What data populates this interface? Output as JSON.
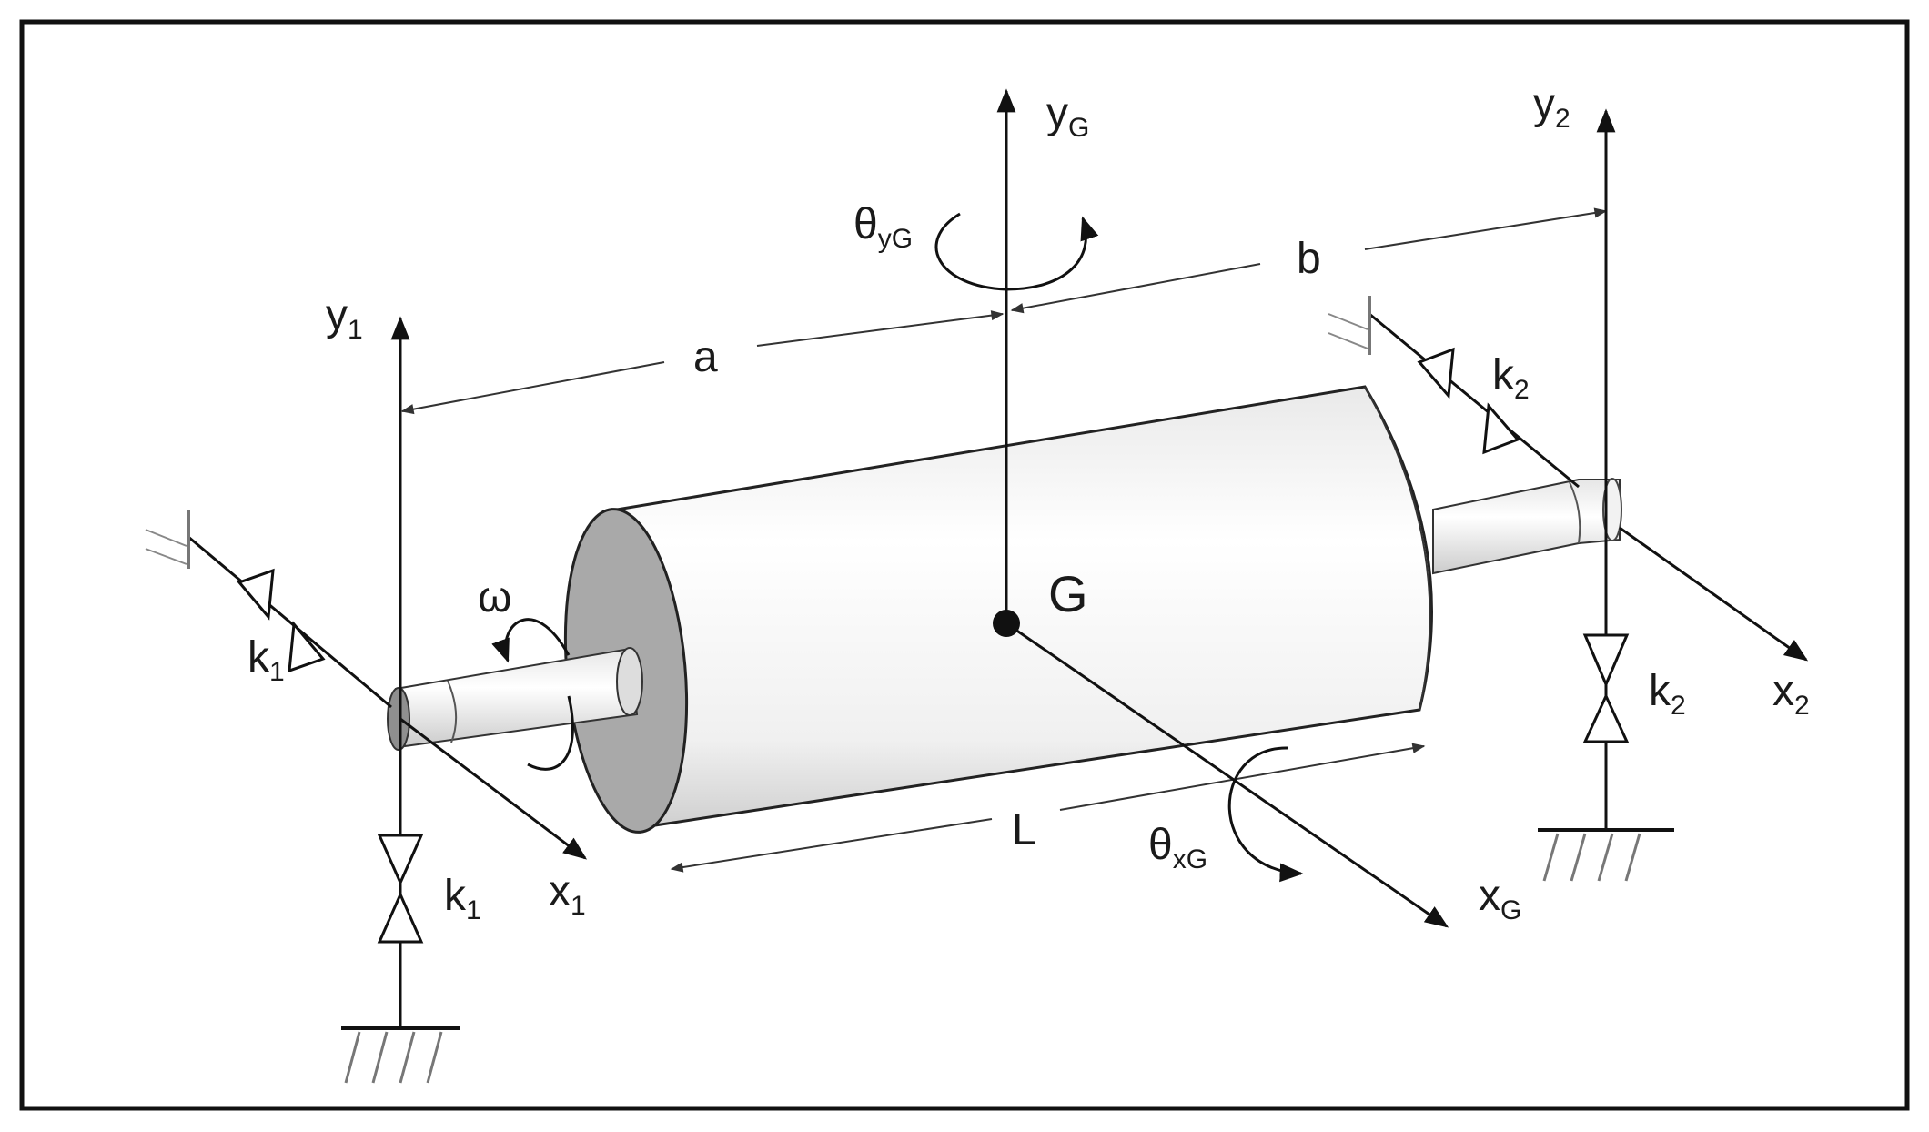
{
  "labels": {
    "y1": {
      "main": "y",
      "sub": "1"
    },
    "yG": {
      "main": "y",
      "sub": "G"
    },
    "y2": {
      "main": "y",
      "sub": "2"
    },
    "x1": {
      "main": "x",
      "sub": "1"
    },
    "xG": {
      "main": "x",
      "sub": "G"
    },
    "x2": {
      "main": "x",
      "sub": "2"
    },
    "thetaYG": {
      "main": "θ",
      "sub": "yG"
    },
    "thetaXG": {
      "main": "θ",
      "sub": "xG"
    },
    "omega": "ω",
    "G": "G",
    "a": "a",
    "b": "b",
    "L": "L",
    "k1_horizontal": {
      "main": "k",
      "sub": "1"
    },
    "k1_vertical": {
      "main": "k",
      "sub": "1"
    },
    "k2_horizontal": {
      "main": "k",
      "sub": "2"
    },
    "k2_vertical": {
      "main": "k",
      "sub": "2"
    }
  }
}
